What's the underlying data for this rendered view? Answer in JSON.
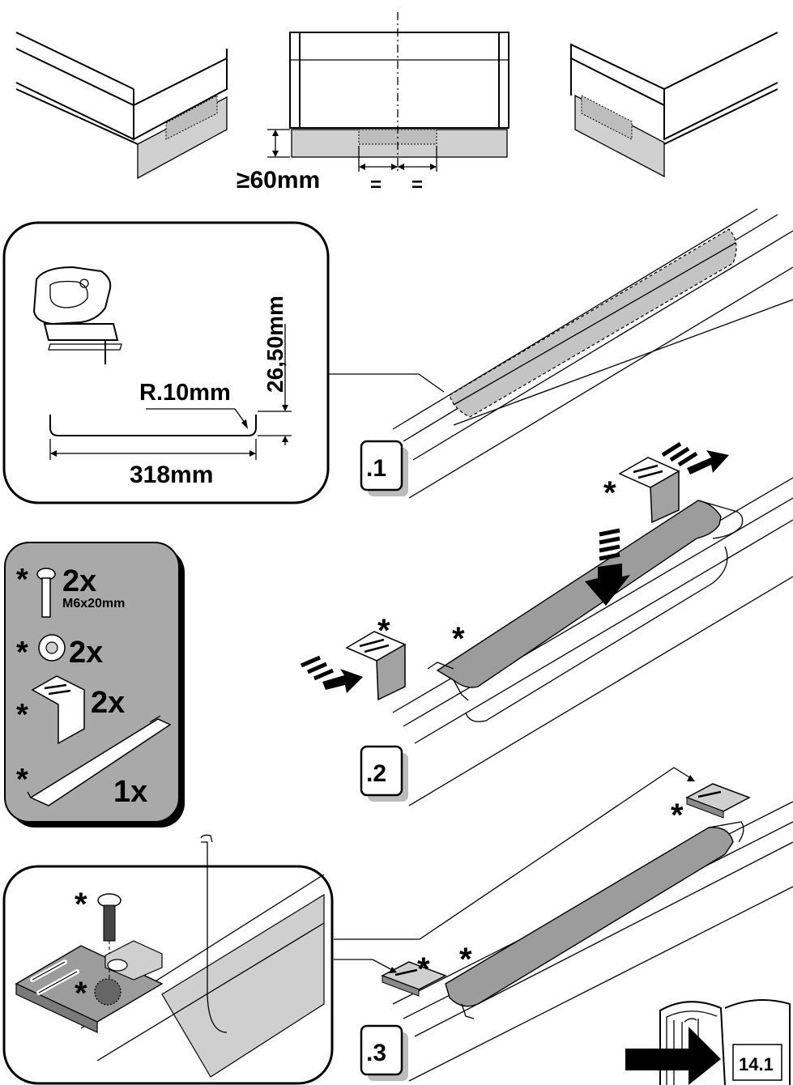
{
  "dimensions": {
    "min_height": "≥60mm",
    "equal_left": "=",
    "equal_right": "=",
    "radius": "R.10mm",
    "depth": "26,50mm",
    "width": "318mm"
  },
  "steps": [
    {
      "label": ".1"
    },
    {
      "label": ".2"
    },
    {
      "label": ".3"
    }
  ],
  "parts": {
    "marker": "*",
    "screw_qty": "2x",
    "screw_size": "M6x20mm",
    "nut_qty": "2x",
    "bracket_qty": "2x",
    "rail_qty": "1x"
  },
  "reference_page": "14.1",
  "colors": {
    "panel_grey": "#d0d0d0",
    "part_dark": "#9c9c9c",
    "parts_box": "#a9a9a9"
  }
}
